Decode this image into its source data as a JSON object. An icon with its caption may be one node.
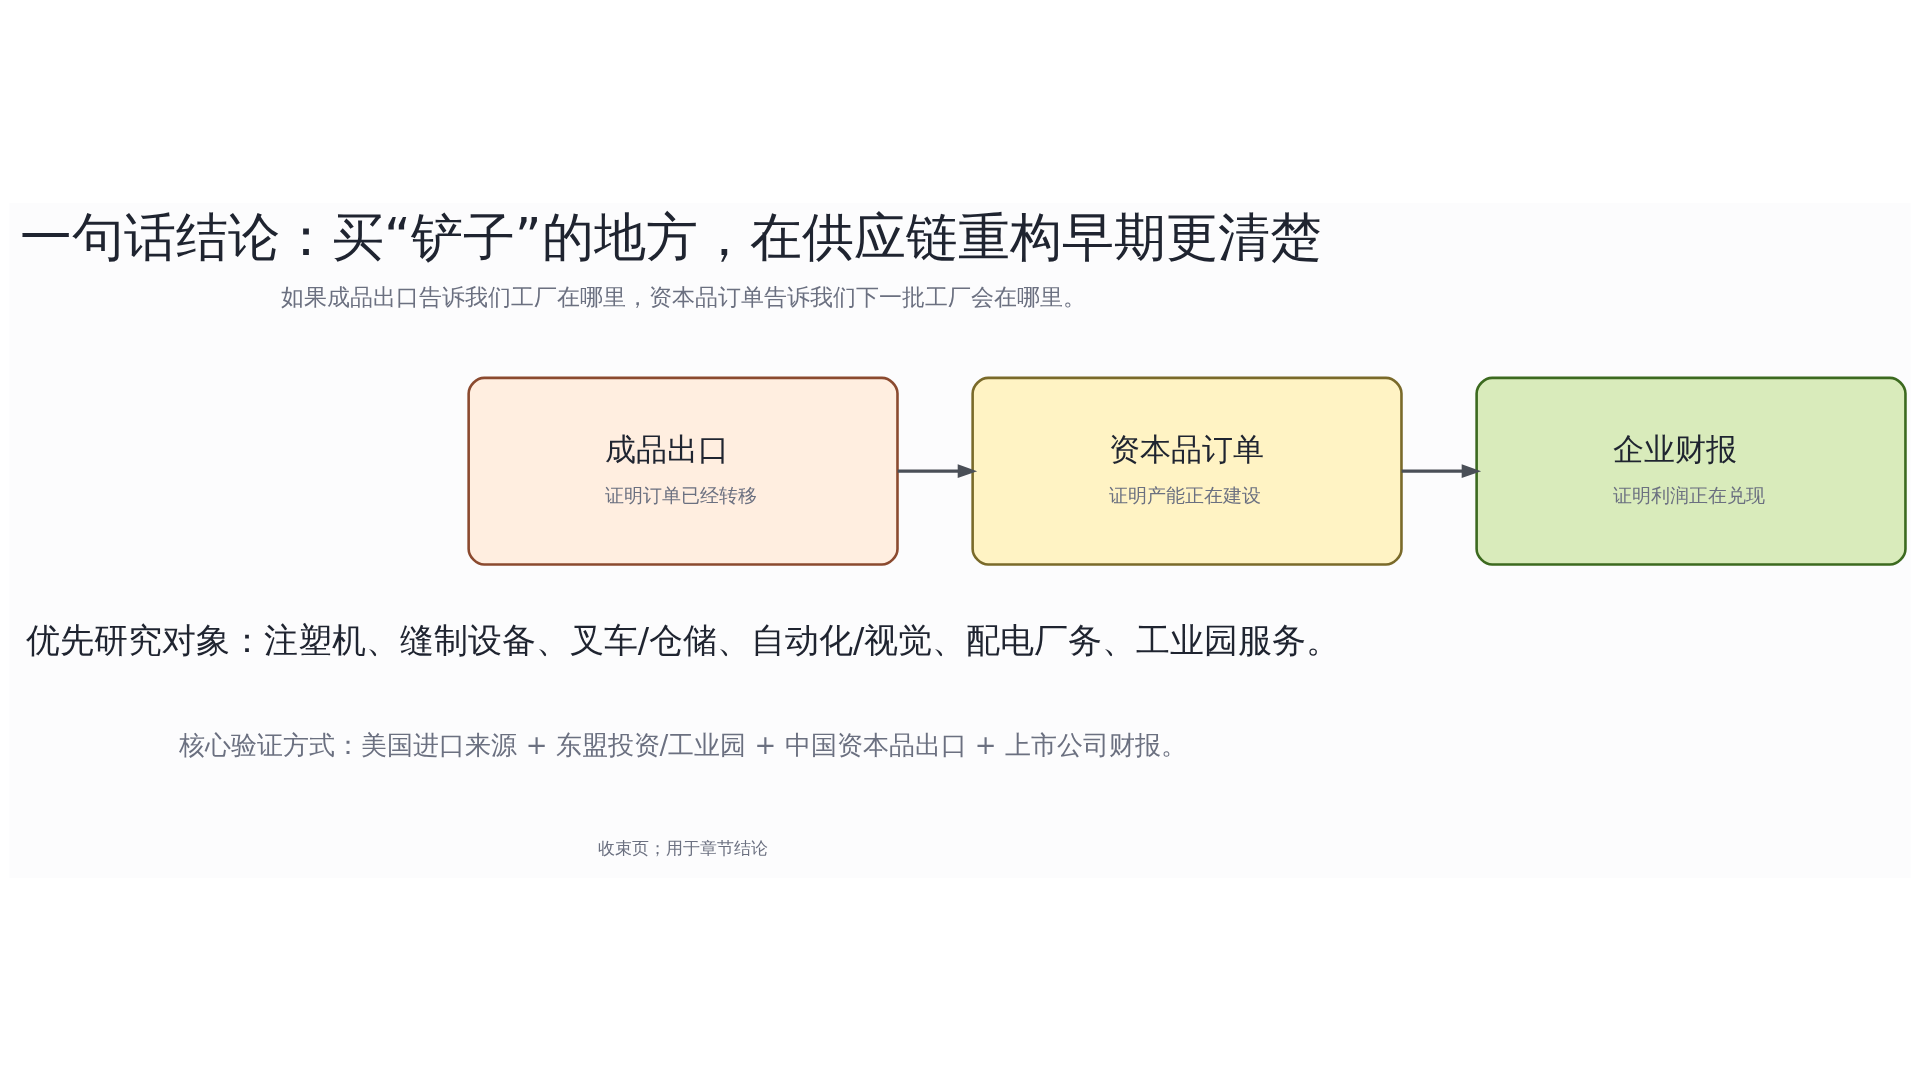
{
  "diagram": {
    "title": "一句话结论：买“铲子”的地方，在供应链重构早期更清楚",
    "nodes": [
      {
        "text": [
          "成品出口",
          "证明订单已经转移"
        ]
      },
      {
        "text": [
          "资本品订单",
          "证明产能正在建设"
        ]
      },
      {
        "text": [
          "企业财报",
          "证明利润正在兑现"
        ]
      }
    ],
    "edges": [
      {
        "from": 0,
        "to": 1,
        "arrow": "to"
      },
      {
        "from": 1,
        "to": 2,
        "arrow": "to"
      }
    ],
    "labels": [
      "如果成品出口告诉我们工厂在哪里，资本品订单告诉我们下一批工厂会在哪里。",
      "优先研究对象：注塑机、缝制设备、叉车/仓储、自动化/视觉、配电厂务、工业园服务。",
      "核心验证方式：美国进口来源 + 东盟投资/工业园 + 中国资本品出口 + 上市公司财报。",
      "收束页；用于章节结论"
    ]
  }
}
